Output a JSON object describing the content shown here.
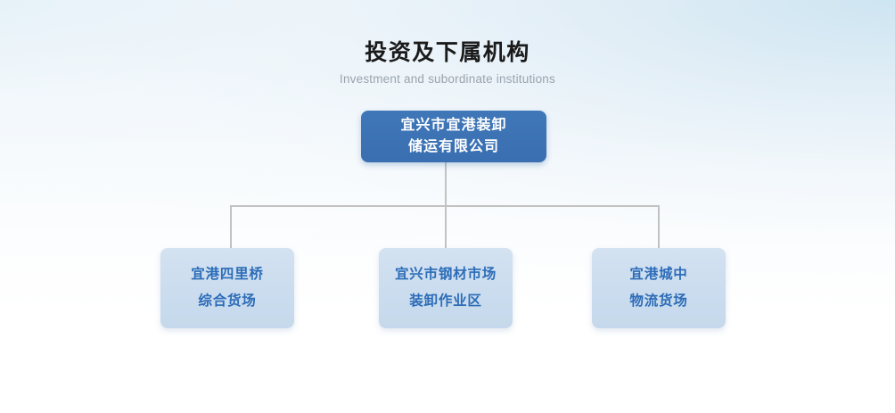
{
  "header": {
    "title_cn": "投资及下属机构",
    "title_en": "Investment and subordinate institutions"
  },
  "colors": {
    "root_node_fill": "#3b72b4",
    "root_node_text": "#ffffff",
    "child_node_fill": "#ccdcef",
    "child_node_text": "#2c6cb8",
    "connector_line": "#c2c2c2",
    "title_text": "#1a1a1a",
    "subtitle_text": "#9aa3ad",
    "background_top": "#eef5fa",
    "background_bottom": "#ffffff"
  },
  "chart_data": {
    "type": "org-chart",
    "title": "投资及下属机构",
    "subtitle": "Investment and subordinate institutions",
    "root": {
      "id": "root",
      "lines": [
        "宜兴市宜港装卸",
        "储运有限公司"
      ],
      "full_text": "宜兴市宜港装卸储运有限公司"
    },
    "children": [
      {
        "id": "child-0",
        "lines": [
          "宜港四里桥",
          "综合货场"
        ],
        "full_text": "宜港四里桥综合货场"
      },
      {
        "id": "child-1",
        "lines": [
          "宜兴市钢材市场",
          "装卸作业区"
        ],
        "full_text": "宜兴市钢材市场装卸作业区"
      },
      {
        "id": "child-2",
        "lines": [
          "宜港城中",
          "物流货场"
        ],
        "full_text": "宜港城中物流货场"
      }
    ],
    "levels": 2,
    "child_count": 3,
    "connector_style": "orthogonal-bus"
  }
}
